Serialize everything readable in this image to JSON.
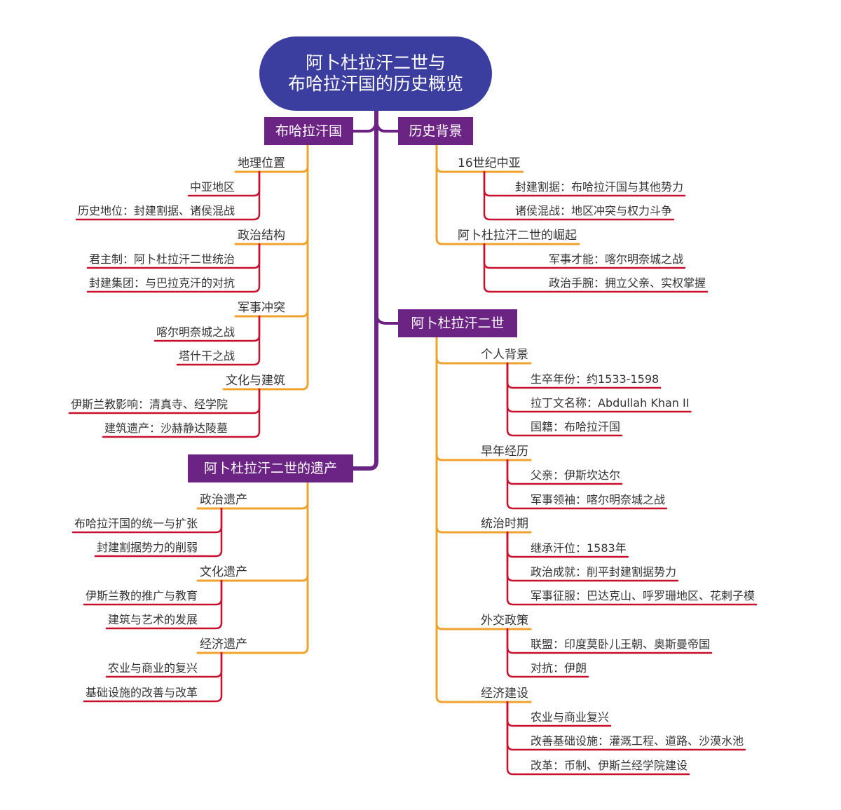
{
  "root": {
    "line1": "阿卜杜拉汗二世与",
    "line2": "布哈拉汗国的历史概览"
  },
  "colors": {
    "root": "#3b3e9f",
    "branch": "#6b2384",
    "sub_line": "#f0a22e",
    "leaf_line": "#c8102e"
  },
  "branches": {
    "bukhara": {
      "title": "布哈拉汗国",
      "subs": [
        {
          "label": "地理位置",
          "leaves": [
            "中亚地区",
            "历史地位：封建割据、诸侯混战"
          ]
        },
        {
          "label": "政治结构",
          "leaves": [
            "君主制：阿卜杜拉汗二世统治",
            "封建集团：与巴拉克汗的对抗"
          ]
        },
        {
          "label": "军事冲突",
          "leaves": [
            "喀尔明奈城之战",
            "塔什干之战"
          ]
        },
        {
          "label": "文化与建筑",
          "leaves": [
            "伊斯兰教影响：清真寺、经学院",
            "建筑遗产：沙赫静达陵墓"
          ]
        }
      ]
    },
    "legacy": {
      "title": "阿卜杜拉汗二世的遗产",
      "subs": [
        {
          "label": "政治遗产",
          "leaves": [
            "布哈拉汗国的统一与扩张",
            "封建割据势力的削弱"
          ]
        },
        {
          "label": "文化遗产",
          "leaves": [
            "伊斯兰教的推广与教育",
            "建筑与艺术的发展"
          ]
        },
        {
          "label": "经济遗产",
          "leaves": [
            "农业与商业的复兴",
            "基础设施的改善与改革"
          ]
        }
      ]
    },
    "background": {
      "title": "历史背景",
      "subs": [
        {
          "label": "16世纪中亚",
          "leaves": [
            "封建割据：布哈拉汗国与其他势力",
            "诸侯混战：地区冲突与权力斗争"
          ]
        },
        {
          "label": "阿卜杜拉汗二世的崛起",
          "leaves": [
            "军事才能：喀尔明奈城之战",
            "政治手腕：拥立父亲、实权掌握"
          ]
        }
      ]
    },
    "abdullah": {
      "title": "阿卜杜拉汗二世",
      "subs": [
        {
          "label": "个人背景",
          "leaves": [
            "生卒年份：约1533-1598",
            "拉丁文名称：Abdullah Khan II",
            "国籍：布哈拉汗国"
          ]
        },
        {
          "label": "早年经历",
          "leaves": [
            "父亲：伊斯坎达尔",
            "军事领袖：喀尔明奈城之战"
          ]
        },
        {
          "label": "统治时期",
          "leaves": [
            "继承汗位：1583年",
            "政治成就：削平封建割据势力",
            "军事征服：巴达克山、呼罗珊地区、花剌子模"
          ]
        },
        {
          "label": "外交政策",
          "leaves": [
            "联盟：印度莫卧儿王朝、奥斯曼帝国",
            "对抗：伊朗"
          ]
        },
        {
          "label": "经济建设",
          "leaves": [
            "农业与商业复兴",
            "改善基础设施：灌溉工程、道路、沙漠水池",
            "改革：币制、伊斯兰经学院建设"
          ]
        }
      ]
    }
  }
}
